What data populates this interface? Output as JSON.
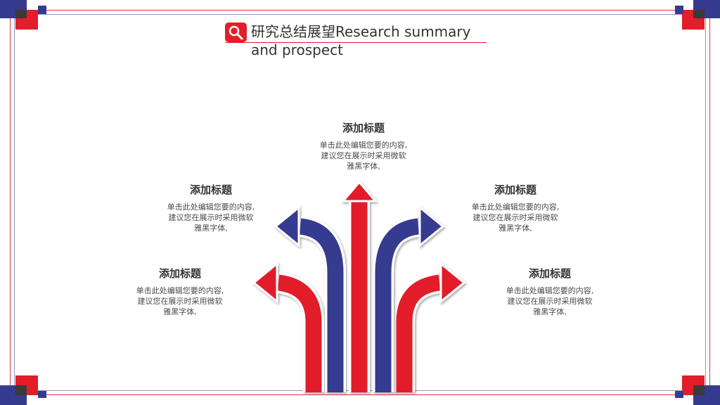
{
  "title": {
    "text": "研究总结展望Research summary and prospect",
    "icon": "search-icon"
  },
  "colors": {
    "red": "#e31e2a",
    "blue": "#353b8f",
    "dark": "#3a3a3a"
  },
  "items": [
    {
      "title": "添加标题",
      "line1": "单击此处编辑您要的内容,",
      "line2": "建议您在展示时采用微软",
      "line3": "雅黑字体,"
    },
    {
      "title": "添加标题",
      "line1": "单击此处编辑您要的内容,",
      "line2": "建议您在展示时采用微软",
      "line3": "雅黑字体,"
    },
    {
      "title": "添加标题",
      "line1": "单击此处编辑您要的内容,",
      "line2": "建议您在展示时采用微软",
      "line3": "雅黑字体,"
    },
    {
      "title": "添加标题",
      "line1": "单击此处编辑您要的内容,",
      "line2": "建议您在展示时采用微软",
      "line3": "雅黑字体,"
    },
    {
      "title": "添加标题",
      "line1": "单击此处编辑您要的内容,",
      "line2": "建议您在展示时采用微软",
      "line3": "雅黑字体,"
    }
  ]
}
